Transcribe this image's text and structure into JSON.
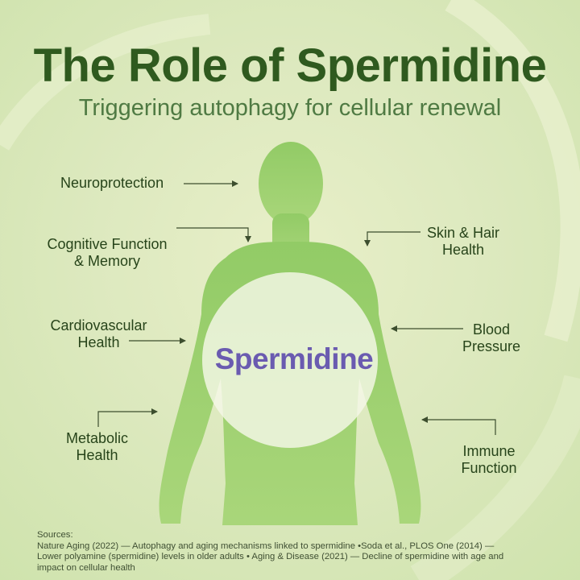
{
  "title": "The Role of Spermidine",
  "subtitle": "Triggering autophagy for cellular renewal",
  "center_label": "Spermidine",
  "labels": {
    "neuroprotection": "Neuroprotection",
    "cognitive_1": "Cognitive Function",
    "cognitive_2": "& Memory",
    "cardio_1": "Cardiovascular",
    "cardio_2": "Health",
    "metabolic_1": "Metabolic",
    "metabolic_2": "Health",
    "skin_1": "Skin & Hair",
    "skin_2": "Health",
    "blood_1": "Blood",
    "blood_2": "Pressure",
    "immune_1": "Immune",
    "immune_2": "Function"
  },
  "sources": {
    "heading": "Sources:",
    "line1": "Nature Aging (2022) — Autophagy and aging mechanisms linked to spermidine •Soda et al., PLOS One (2014) —",
    "line2": "Lower polyamine (spermidine) levels in older adults • Aging & Disease (2021) — Decline of spermidine with age and",
    "line3": "impact on cellular health"
  },
  "colors": {
    "title": "#2f5a1f",
    "subtitle": "#4f7a43",
    "body": "#8fca62",
    "center_text": "#6a5bb0",
    "label": "#27441a"
  }
}
